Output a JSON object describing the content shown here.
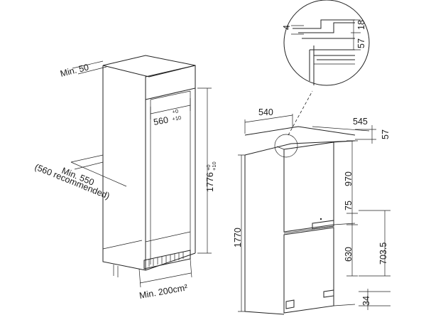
{
  "left_view": {
    "min_top": "Min. 50",
    "niche_width": "560",
    "niche_width_tol_plus": "+0",
    "niche_width_tol_minus": "+10",
    "niche_height": "1776",
    "niche_height_tol_plus": "+0",
    "niche_height_tol_minus": "+10",
    "min_depth": "Min. 550",
    "depth_note": "(560 recommended)",
    "vent_area": "Min. 200cm²"
  },
  "right_view": {
    "width": "540",
    "depth": "545",
    "top_gap": "57",
    "upper_height": "970",
    "divider_height": "75",
    "lower_height": "630",
    "lower_total": "703.5",
    "base_gap": "34",
    "total_height": "1770"
  },
  "detail": {
    "gap": "4",
    "right_top": "18",
    "right_bottom": "57"
  }
}
